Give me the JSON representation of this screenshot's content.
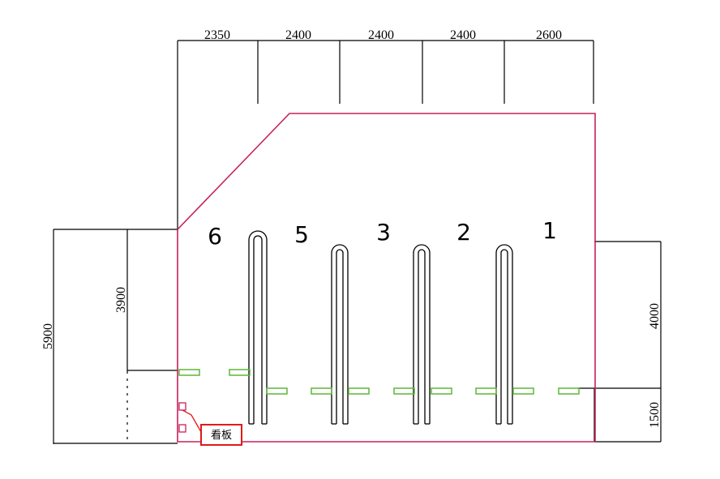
{
  "dimensions": {
    "top": [
      "2350",
      "2400",
      "2400",
      "2400",
      "2600"
    ],
    "left_outer": "5900",
    "left_inner": "3900",
    "right_upper": "4000",
    "right_lower": "1500"
  },
  "row_labels": [
    "6",
    "5",
    "3",
    "2",
    "1"
  ],
  "sign_label": "看板",
  "colors": {
    "boundary": "#c8205a",
    "stall_marker": "#5fb63a",
    "sign": "#e01a1a",
    "lines": "#000000"
  }
}
